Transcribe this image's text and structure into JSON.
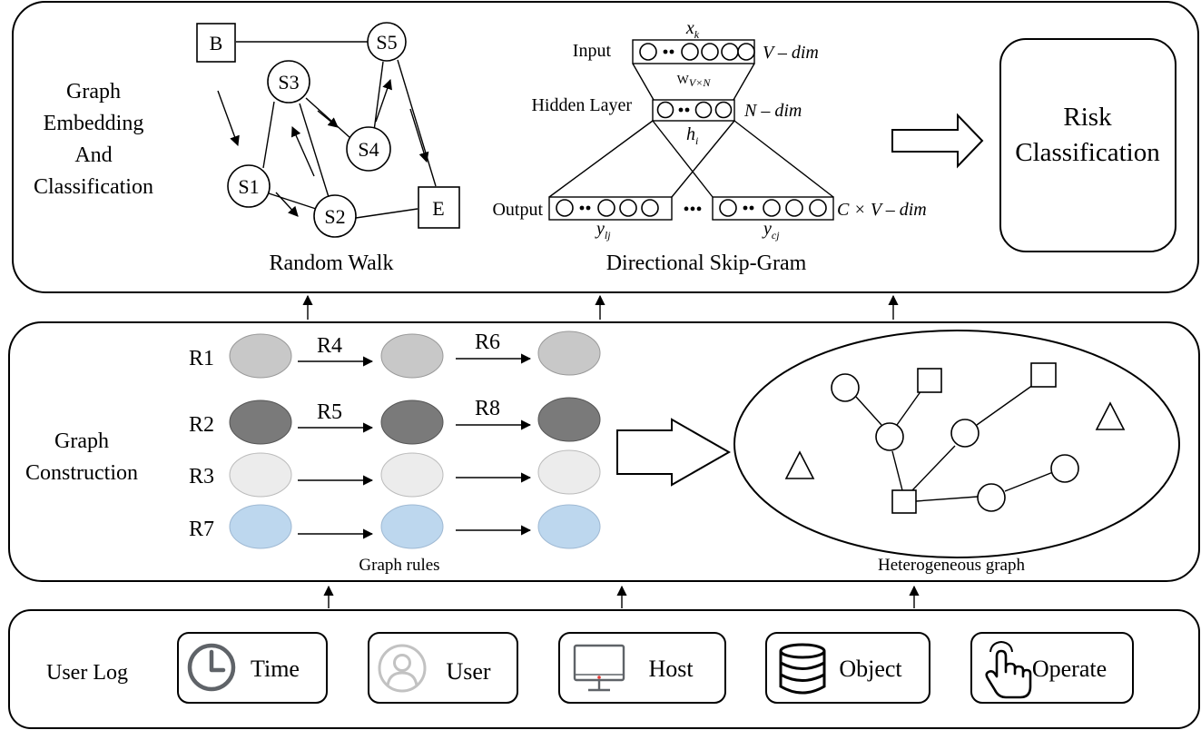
{
  "colors": {
    "rule_gray": "#c8c8c8",
    "rule_dark": "#7a7a7a",
    "rule_light": "#ececec",
    "rule_blue": "#bdd7ee",
    "icon_gray": "#5f6368",
    "icon_red": "#e53935"
  },
  "embedding": {
    "section_label": [
      "Graph",
      "Embedding",
      "And",
      "Classification"
    ],
    "random_walk": {
      "caption": "Random  Walk",
      "nodes": {
        "b": "B",
        "s1": "S1",
        "s2": "S2",
        "s3": "S3",
        "s4": "S4",
        "s5": "S5",
        "e": "E"
      }
    },
    "skipgram": {
      "caption": "Directional  Skip-Gram",
      "input_label": "Input",
      "hidden_label": "Hidden Layer",
      "output_label": "Output",
      "xk": "x",
      "xk_sub": "k",
      "w": "W",
      "w_sub": "V×N",
      "hi": "h",
      "hi_sub": "i",
      "ylj": "y",
      "ylj_sub": "lj",
      "ycj": "y",
      "ycj_sub": "cj",
      "v_dim": "V – dim",
      "n_dim": "N – dim",
      "cv_dim": "C × V – dim",
      "dots": "•••"
    },
    "classification": {
      "line1": "Risk",
      "line2": "Classification"
    }
  },
  "construction": {
    "section_label": [
      "Graph",
      "Construction"
    ],
    "rule_rows": [
      "R1",
      "R2",
      "R3",
      "R7"
    ],
    "arrow_labels": {
      "r4": "R4",
      "r6": "R6",
      "r5": "R5",
      "r8": "R8"
    },
    "rules_caption": "Graph rules",
    "graph_caption": "Heterogeneous graph"
  },
  "user_log": {
    "section_label": "User Log",
    "items": [
      {
        "label": "Time",
        "icon": "clock-icon"
      },
      {
        "label": "User",
        "icon": "user-icon"
      },
      {
        "label": "Host",
        "icon": "monitor-icon"
      },
      {
        "label": "Object",
        "icon": "database-icon"
      },
      {
        "label": "Operate",
        "icon": "hand-pointer-icon"
      }
    ]
  }
}
